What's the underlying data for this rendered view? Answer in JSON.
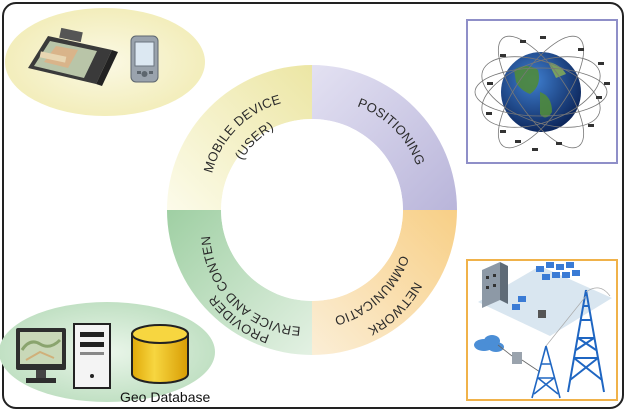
{
  "segments": {
    "mobile_device_line1": "MOBILE DEVICE",
    "mobile_device_line2": "(USER)",
    "positioning": "POSITIONING",
    "communication_line1": "COMMUNICATION",
    "communication_line2": "NETWORK",
    "service_line1": "SERVICE AND CONTENT",
    "service_line2": "PROVIDER"
  },
  "geo_database_label": "Geo Database",
  "colors": {
    "mobile": "#f3efc2",
    "positioning": "#c9c6e2",
    "communication": "#f5d9a6",
    "service": "#c4e2c6",
    "database": "#f2c31c",
    "frame": "#222222"
  }
}
